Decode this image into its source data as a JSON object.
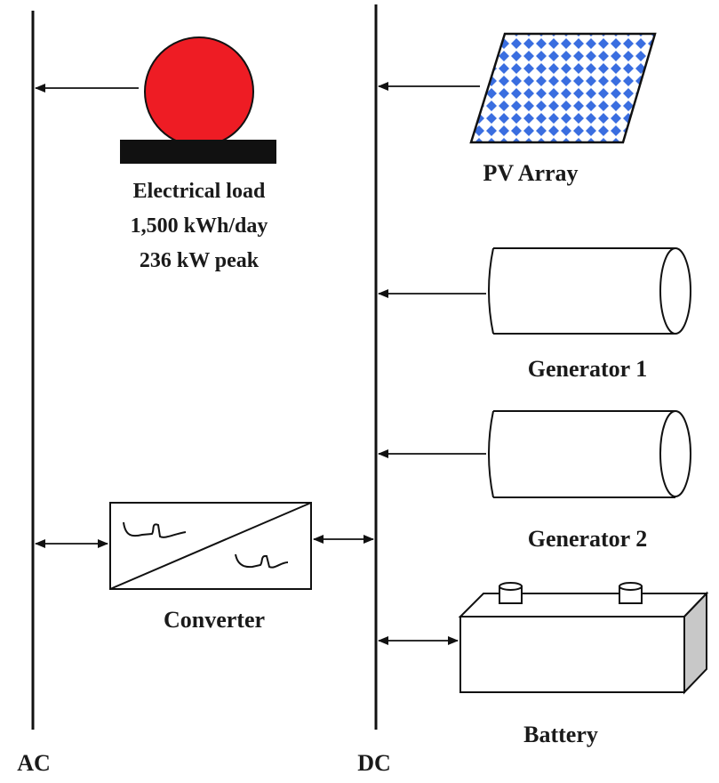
{
  "buses": {
    "ac_label": "AC",
    "dc_label": "DC"
  },
  "load": {
    "title": "Electrical load",
    "energy": "1,500 kWh/day",
    "peak": "236 kW peak",
    "color": "#ee1c24"
  },
  "pv": {
    "label": "PV Array",
    "cell_color": "#3a6ee0"
  },
  "generator1": {
    "label": "Generator 1"
  },
  "generator2": {
    "label": "Generator 2"
  },
  "converter": {
    "label": "Converter"
  },
  "battery": {
    "label": "Battery"
  },
  "icons": [
    "load-icon",
    "pv-panel-icon",
    "generator-icon",
    "converter-icon",
    "battery-icon",
    "arrow-icon"
  ]
}
